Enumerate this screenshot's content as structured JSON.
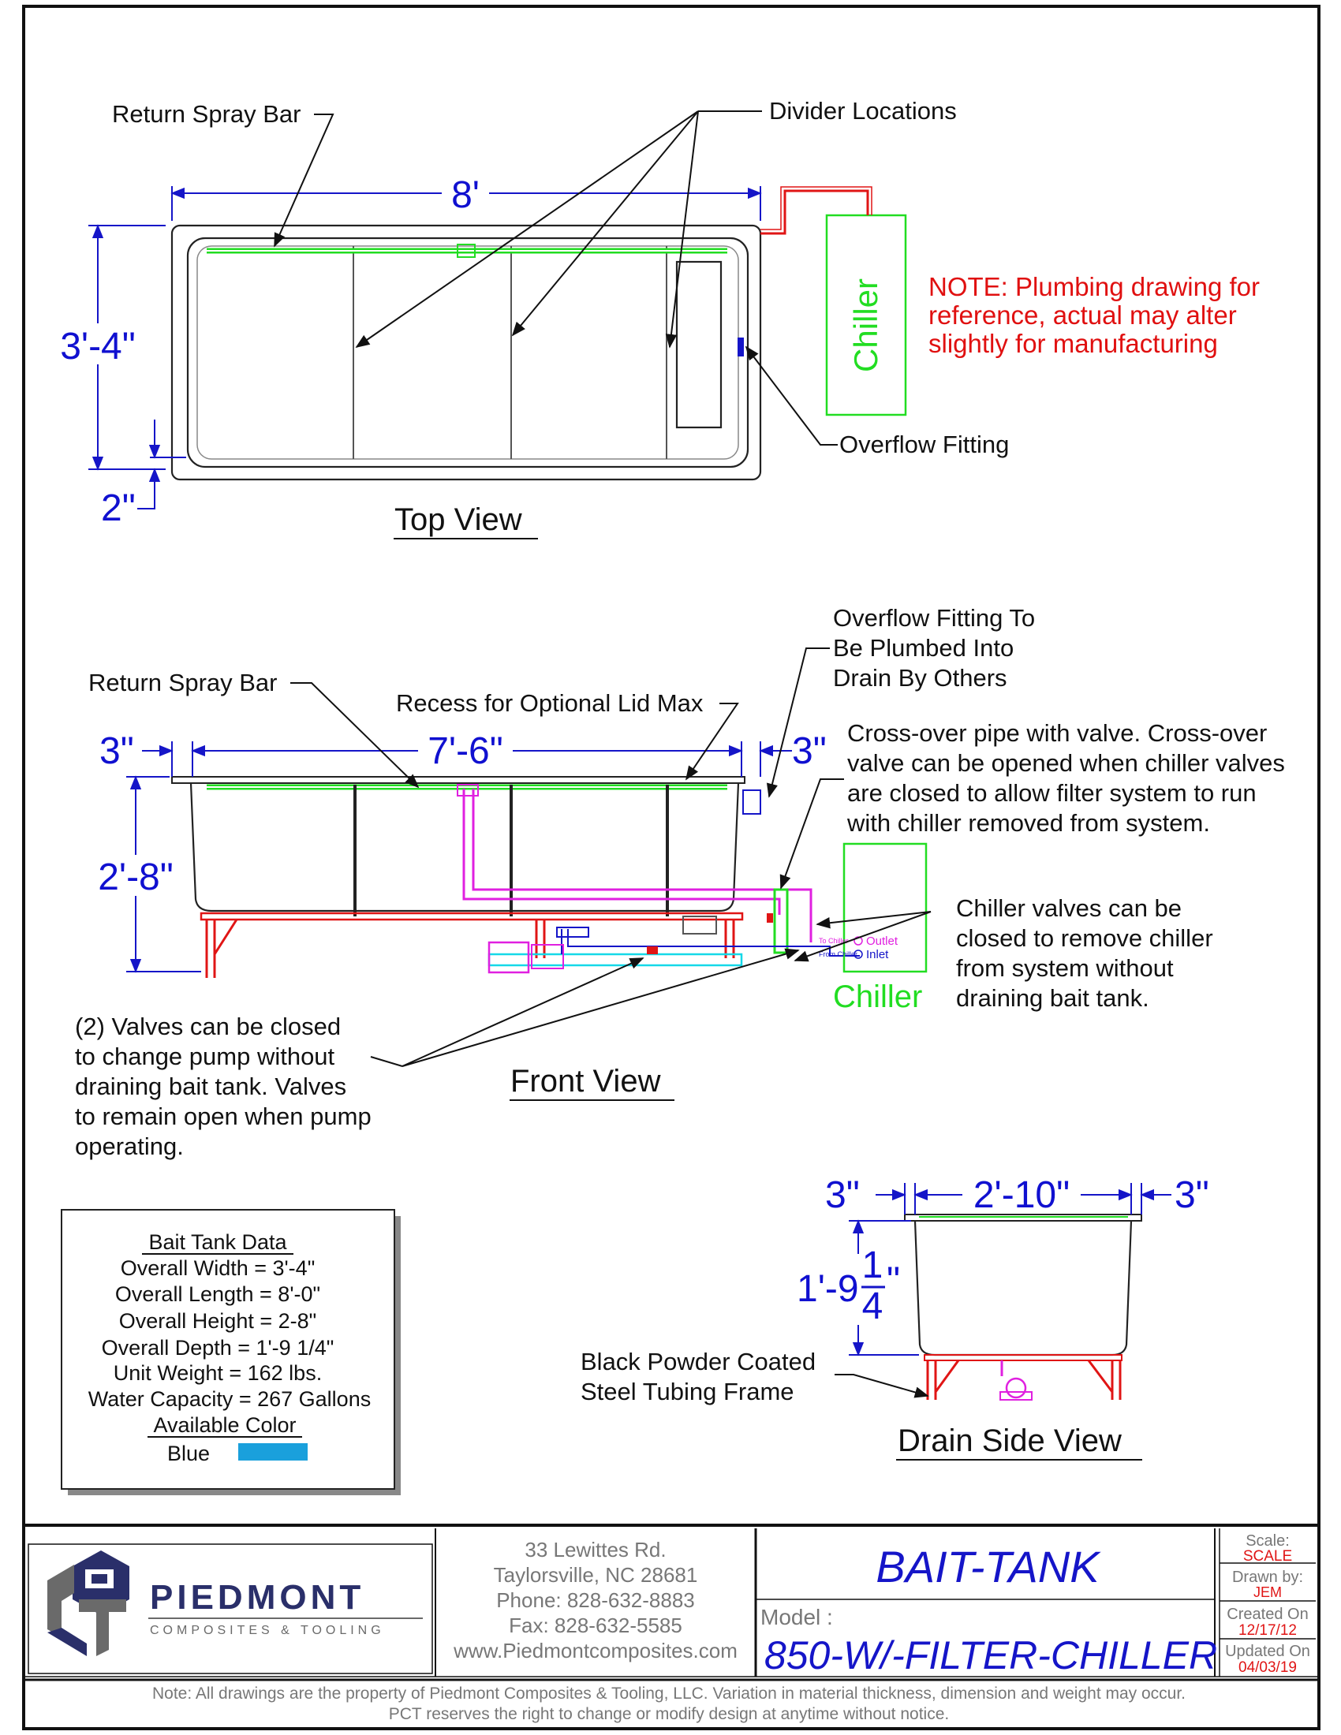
{
  "top_view": {
    "title": "Top View",
    "return_spray_bar": "Return Spray Bar",
    "divider_locations": "Divider Locations",
    "dim_length": "8'",
    "dim_width": "3'-4\"",
    "dim_lip": "2\"",
    "chiller": "Chiller",
    "overflow_fitting": "Overflow Fitting",
    "note_lines": [
      "NOTE:  Plumbing drawing for",
      "reference, actual may alter",
      "slightly for manufacturing"
    ]
  },
  "front_view": {
    "title": "Front View",
    "return_spray_bar": "Return Spray Bar",
    "recess": "Recess for Optional Lid Max",
    "overflow_lines": [
      "Overflow Fitting To",
      "Be Plumbed Into",
      "Drain By Others"
    ],
    "crossover_lines": [
      "Cross-over pipe with valve.  Cross-over",
      "valve can be opened when chiller valves",
      "are closed to allow filter system to run",
      "with chiller removed from system."
    ],
    "chiller_valve_lines": [
      "Chiller valves can be",
      "closed to remove chiller",
      "from system without",
      "draining bait tank."
    ],
    "pump_valve_lines": [
      "(2) Valves can be closed",
      "to change pump without",
      "draining bait tank.  Valves",
      "to remain open when pump",
      "operating."
    ],
    "dim_left": "3\"",
    "dim_inner": "7'-6\"",
    "dim_right": "3\"",
    "dim_height": "2'-8\"",
    "chiller": "Chiller",
    "outlet": "Outlet",
    "inlet": "Inlet",
    "to_chiller": "To Chiller",
    "from_chiller": "From Chiller"
  },
  "drain_view": {
    "title": "Drain Side View",
    "dim_left": "3\"",
    "dim_inner": "2'-10\"",
    "dim_right": "3\"",
    "dim_depth_whole": "1'-9",
    "dim_depth_num": "1",
    "dim_depth_den": "4",
    "dim_depth_inch": "\"",
    "frame_lines": [
      "Black Powder Coated",
      "Steel Tubing Frame"
    ]
  },
  "data_box": {
    "heading": "Bait Tank Data",
    "rows": [
      "Overall Width = 3'-4\"",
      "Overall Length = 8'-0\"",
      "Overall Height = 2-8\"",
      "Overall Depth = 1'-9 1/4\"",
      "Unit Weight = 162 lbs.",
      "Water Capacity = 267 Gallons"
    ],
    "color_heading": "Available Color",
    "color_name": "Blue",
    "color_swatch": "#1aa0dc"
  },
  "title_block": {
    "company": "PIEDMONT",
    "company_sub": "COMPOSITES & TOOLING",
    "address_lines": [
      "33 Lewittes Rd.",
      "Taylorsville, NC 28681",
      "Phone: 828-632-8883",
      "Fax: 828-632-5585",
      "www.Piedmontcomposites.com"
    ],
    "drawing_title": "BAIT-TANK",
    "model_label": "Model :",
    "model": "850-W/-FILTER-CHILLER",
    "scale_label": "Scale:",
    "scale_value": "SCALE",
    "drawn_label": "Drawn  by:",
    "drawn_value": "JEM",
    "created_label": "Created  On",
    "created_value": "12/17/12",
    "updated_label": "Updated  On",
    "updated_value": "04/03/19",
    "footer_lines": [
      "Note: All drawings are the property of Piedmont Composites & Tooling, LLC.  Variation in material thickness, dimension and weight may occur.",
      "PCT reserves the right to change or modify design at anytime without notice."
    ]
  }
}
